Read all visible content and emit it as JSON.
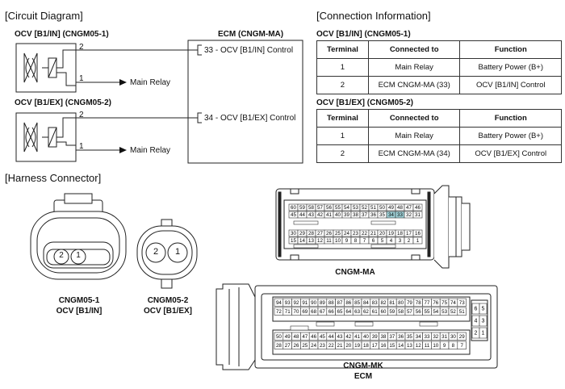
{
  "circuit": {
    "heading": "[Circuit Diagram]",
    "ocv_in_title": "OCV [B1/IN] (CNGM05-1)",
    "ocv_ex_title": "OCV [B1/EX] (CNGM05-2)",
    "ecm_title": "ECM (CNGM-MA)",
    "pin_2": "2",
    "pin_1": "1",
    "ecm_33_label": "33 - OCV [B1/IN] Control",
    "ecm_34_label": "34 - OCV [B1/EX] Control",
    "main_relay": "Main Relay"
  },
  "connection": {
    "heading": "[Connection Information]",
    "headers": [
      "Terminal",
      "Connected to",
      "Function"
    ],
    "tables": [
      {
        "title": "OCV [B1/IN] (CNGM05-1)",
        "rows": [
          [
            "1",
            "Main Relay",
            "Battery Power (B+)"
          ],
          [
            "2",
            "ECM CNGM-MA (33)",
            "OCV [B1/IN] Control"
          ]
        ]
      },
      {
        "title": "OCV [B1/EX] (CNGM05-2)",
        "rows": [
          [
            "1",
            "Main Relay",
            "Battery Power (B+)"
          ],
          [
            "2",
            "ECM CNGM-MA (34)",
            "OCV [B1/EX] Control"
          ]
        ]
      }
    ]
  },
  "harness": {
    "heading": "[Harness Connector]",
    "cngm05_1": {
      "name": "CNGM05-1",
      "sub": "OCV [B1/IN]",
      "pins": [
        "2",
        "1"
      ]
    },
    "cngm05_2": {
      "name": "CNGM05-2",
      "sub": "OCV [B1/EX]",
      "pins": [
        "2",
        "1"
      ]
    },
    "cngm_ma": {
      "name": "CNGM-MA",
      "rows": [
        [
          "60",
          "59",
          "58",
          "57",
          "56",
          "55",
          "54",
          "53",
          "52",
          "51",
          "50",
          "49",
          "48",
          "47",
          "46"
        ],
        [
          "45",
          "44",
          "43",
          "42",
          "41",
          "40",
          "39",
          "38",
          "37",
          "36",
          "35",
          "34",
          "33",
          "32",
          "31"
        ],
        [
          "30",
          "29",
          "28",
          "27",
          "26",
          "25",
          "24",
          "23",
          "22",
          "21",
          "20",
          "19",
          "18",
          "17",
          "16"
        ],
        [
          "15",
          "14",
          "13",
          "12",
          "11",
          "10",
          "9",
          "8",
          "7",
          "6",
          "5",
          "4",
          "3",
          "2",
          "1"
        ]
      ],
      "highlighted": [
        "34",
        "33"
      ],
      "highlight_color": "#9ed0d6"
    },
    "cngm_mk": {
      "name": "CNGM-MK",
      "sub": "ECM",
      "rows": [
        [
          "94",
          "93",
          "92",
          "91",
          "90",
          "89",
          "88",
          "87",
          "86",
          "85",
          "84",
          "83",
          "82",
          "81",
          "80",
          "79",
          "78",
          "77",
          "76",
          "75",
          "74",
          "73"
        ],
        [
          "72",
          "71",
          "70",
          "69",
          "68",
          "67",
          "66",
          "65",
          "64",
          "63",
          "62",
          "61",
          "60",
          "59",
          "58",
          "57",
          "56",
          "55",
          "54",
          "53",
          "52",
          "51"
        ],
        [
          "50",
          "49",
          "48",
          "47",
          "46",
          "45",
          "44",
          "43",
          "42",
          "41",
          "40",
          "39",
          "38",
          "37",
          "36",
          "35",
          "34",
          "33",
          "32",
          "31",
          "30",
          "29"
        ],
        [
          "28",
          "27",
          "26",
          "25",
          "24",
          "23",
          "22",
          "21",
          "20",
          "19",
          "18",
          "17",
          "16",
          "15",
          "14",
          "13",
          "12",
          "11",
          "10",
          "9",
          "8",
          "7"
        ]
      ],
      "side": [
        [
          "6",
          "5"
        ],
        [
          "4",
          "3"
        ],
        [
          "2",
          "1"
        ]
      ]
    }
  }
}
